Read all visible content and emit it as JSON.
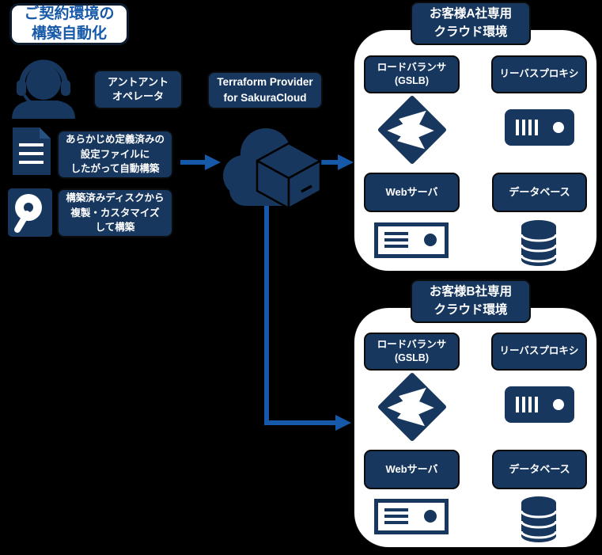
{
  "colors": {
    "background": "#000000",
    "navy": "#17375e",
    "accent_blue": "#1659a8",
    "white": "#ffffff"
  },
  "title": "ご契約環境の\n構築自動化",
  "left": {
    "operator_label": "アントアント\nオペレータ",
    "operator_icon": "operator-headset-icon",
    "config_label": "あらかじめ定義済みの\n設定ファイルに\nしたがって自動構築",
    "config_icon": "document-icon",
    "disk_label": "構築済みディスクから\n複製・カスタマイズ\nして構築",
    "disk_icon": "disk-icon"
  },
  "provider": {
    "label": "Terraform Provider\nfor SakuraCloud",
    "icon": "cloud-cube-icon"
  },
  "environments": [
    {
      "title": "お客様A社専用\nクラウド環境",
      "nodes": [
        {
          "label": "ロードバランサ\n(GSLB)",
          "icon": "load-balancer-icon"
        },
        {
          "label": "リーバスプロキシ",
          "icon": "server-icon"
        },
        {
          "label": "Webサーバ",
          "icon": "web-server-icon"
        },
        {
          "label": "データベース",
          "icon": "database-icon"
        }
      ]
    },
    {
      "title": "お客様B社専用\nクラウド環境",
      "nodes": [
        {
          "label": "ロードバランサ\n(GSLB)",
          "icon": "load-balancer-icon"
        },
        {
          "label": "リーバスプロキシ",
          "icon": "server-icon"
        },
        {
          "label": "Webサーバ",
          "icon": "web-server-icon"
        },
        {
          "label": "データベース",
          "icon": "database-icon"
        }
      ]
    }
  ]
}
